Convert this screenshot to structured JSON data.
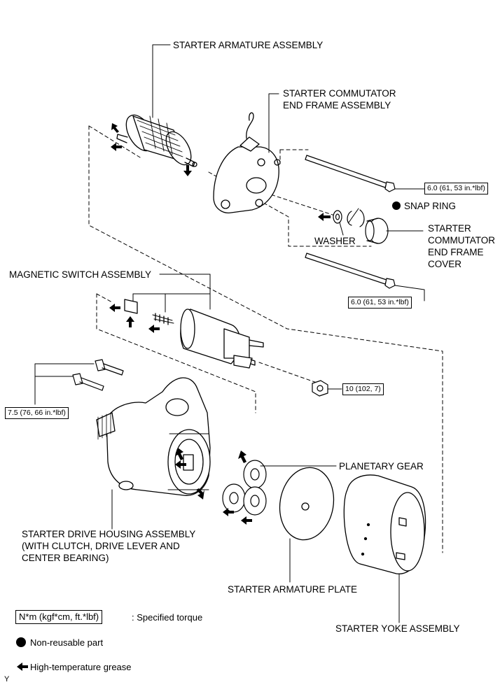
{
  "labels": {
    "armature": "STARTER ARMATURE ASSEMBLY",
    "commutator_frame": [
      "STARTER COMMUTATOR",
      "END FRAME ASSEMBLY"
    ],
    "snap_ring": "SNAP RING",
    "washer": "WASHER",
    "frame_cover": [
      "STARTER",
      "COMMUTATOR",
      "END FRAME",
      "COVER"
    ],
    "magnetic_switch": "MAGNETIC SWITCH ASSEMBLY",
    "planetary_gear": "PLANETARY GEAR",
    "drive_housing": [
      "STARTER DRIVE HOUSING ASSEMBLY",
      "(WITH CLUTCH, DRIVE LEVER AND",
      "CENTER BEARING)"
    ],
    "armature_plate": "STARTER ARMATURE PLATE",
    "yoke": "STARTER YOKE ASSEMBLY"
  },
  "torques": {
    "bolt_upper": "6.0 (61, 53 in.*lbf)",
    "bolt_lower": "6.0 (61, 53 in.*lbf)",
    "nut": "10 (102, 7)",
    "housing_bolts": "7.5 (76, 66 in.*lbf)"
  },
  "legend": {
    "torque_box": "N*m (kgf*cm, ft.*lbf)",
    "torque_text": ": Specified torque",
    "non_reusable": "Non-reusable part",
    "grease": "High-temperature grease"
  },
  "corner_mark": "Y"
}
